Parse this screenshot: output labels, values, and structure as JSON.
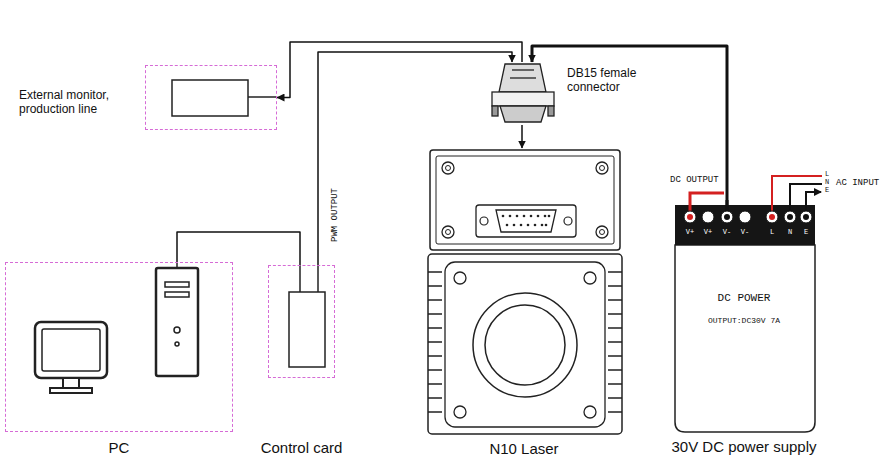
{
  "diagram": {
    "nodes": [
      {
        "text": [
          "PC"
        ]
      },
      {
        "text": [
          "Control card"
        ]
      },
      {
        "text": [
          "External monitor, production line"
        ]
      },
      {
        "text": [
          "DB15 female connector"
        ]
      },
      {
        "text": [
          "N10 Laser"
        ]
      },
      {
        "text": [
          "DC POWER",
          "OUTPUT:DC30V 7A",
          "30V DC power supply"
        ]
      }
    ],
    "edges": [
      {
        "from": 0,
        "to": 1,
        "arrow": "none"
      },
      {
        "from": 1,
        "to": 3,
        "arrow": "to",
        "label": "PWM OUTPUT"
      },
      {
        "from": 3,
        "to": 2,
        "arrow": "to"
      },
      {
        "from": 5,
        "to": 3,
        "arrow": "to"
      },
      {
        "from": 3,
        "to": 4,
        "arrow": "to"
      }
    ],
    "labels": [
      "DC OUTPUT",
      "AC INPUT",
      "L",
      "N",
      "E",
      "V+",
      "V+",
      "V-",
      "V-",
      "L",
      "N",
      "E"
    ]
  }
}
